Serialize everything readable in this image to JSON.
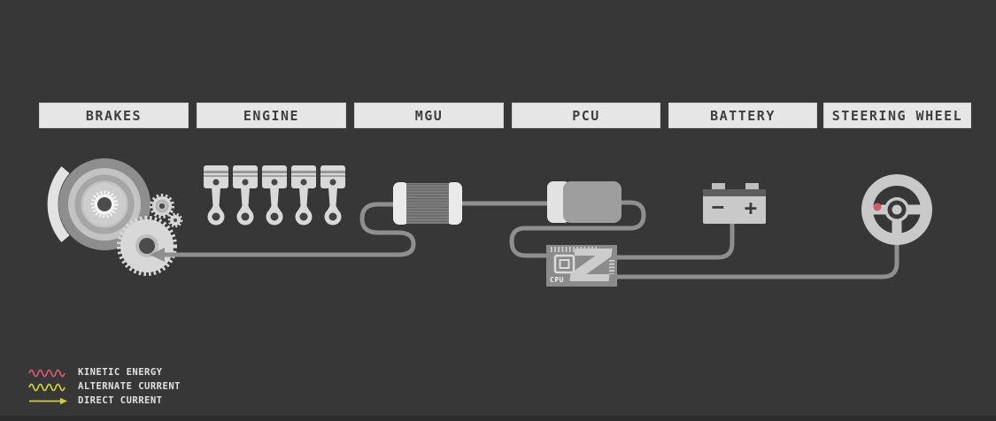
{
  "header_labels": [
    "BRAKES",
    "ENGINE",
    "MGU",
    "PCU",
    "BATTERY",
    "STEERING WHEEL"
  ],
  "board": {
    "cpu_label": "CPU",
    "z_logo": "Z"
  },
  "battery": {
    "negative_label": "−",
    "positive_label": "+"
  },
  "legend": {
    "items": [
      {
        "label": "KINETIC ENERGY",
        "symbol": "wave",
        "color": "#d05a6e"
      },
      {
        "label": "ALTERNATE CURRENT",
        "symbol": "wave",
        "color": "#cdd038"
      },
      {
        "label": "DIRECT CURRENT",
        "symbol": "arrow",
        "color": "#cdd038"
      }
    ]
  },
  "colors": {
    "background": "#373737",
    "label_bg": "#e6e6e6",
    "label_text": "#3f3f3f",
    "wire": "#8f8f8f",
    "kinetic_energy": "#d05a6e",
    "current": "#cdd038"
  },
  "illustrations": [
    "brake-disc-and-gears",
    "engine-pistons",
    "motor-generator-unit",
    "power-control-unit",
    "cpu-board",
    "battery",
    "steering-wheel"
  ]
}
